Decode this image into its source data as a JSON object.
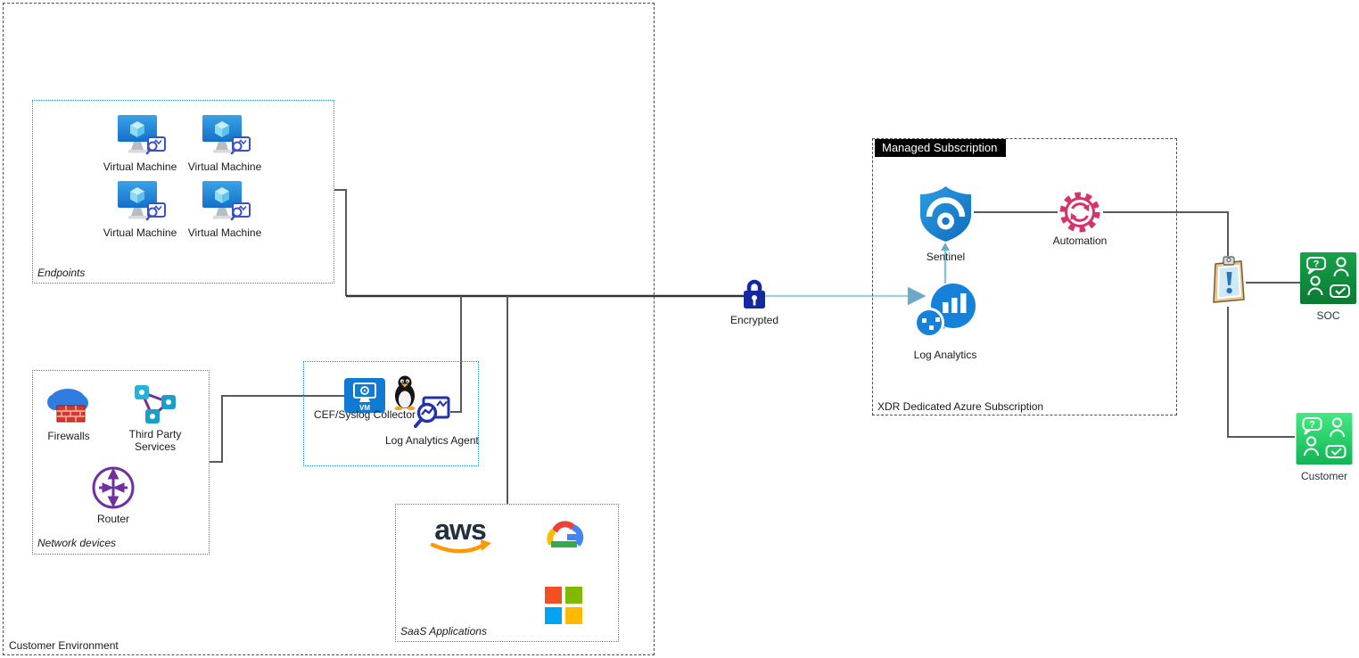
{
  "colors": {
    "outer_box_dash": "#4d4d4d",
    "inner_box_dot": "#2e86d1",
    "connector": "#404040",
    "encrypted_flow_line": "#a9cfe0",
    "encrypted_flow_arrow": "#6fa8c4",
    "azure_blue": "#1581d9",
    "vm_screen_blue": "#2488d8",
    "automation_pink": "#d6336c",
    "lock_navy": "#1428a0",
    "router_purple": "#7030a0",
    "firewall_red": "#d23a2e",
    "third_party_teal": "#25b4d8",
    "soc_green_dark": "#0e8a3a",
    "customer_green_bright": "#2bdd68",
    "aws_orange": "#ff9900",
    "aws_dark": "#232f3e",
    "ms_red": "#f25022",
    "ms_green": "#7fba00",
    "ms_blue": "#00a4ef",
    "ms_yellow": "#ffb900",
    "tag_bg": "#000000",
    "tag_fg": "#ffffff"
  },
  "icons": {
    "vm_badge_text": "VM",
    "aws_text": "aws",
    "soc_question": "?"
  },
  "customer_environment": {
    "label": "Customer Environment",
    "endpoints": {
      "label": "Endpoints",
      "vms": [
        {
          "label": "Virtual Machine"
        },
        {
          "label": "Virtual Machine"
        },
        {
          "label": "Virtual Machine"
        },
        {
          "label": "Virtual Machine"
        }
      ]
    },
    "network_devices": {
      "label": "Network devices",
      "firewalls": "Firewalls",
      "third_party": "Third Party Services",
      "router": "Router"
    },
    "collector": {
      "cef": "CEF/Syslog Collector",
      "agent": "Log Analytics Agent"
    },
    "saas": {
      "label": "SaaS Applications"
    }
  },
  "flow": {
    "encrypted": "Encrypted"
  },
  "xdr": {
    "tag": "Managed Subscription",
    "label": "XDR Dedicated Azure Subscription",
    "sentinel": "Sentinel",
    "automation": "Automation",
    "log_analytics": "Log Analytics"
  },
  "right": {
    "soc": "SOC",
    "customer": "Customer"
  }
}
